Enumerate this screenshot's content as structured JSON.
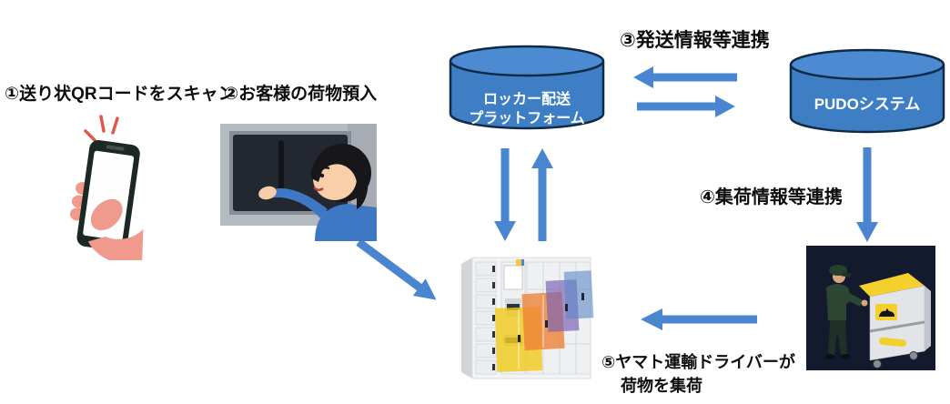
{
  "diagram": {
    "steps": {
      "step1": "①送り状QRコードをスキャン",
      "step2": "②お客様の荷物預入",
      "step3": "③発送情報等連携",
      "step4": "④集荷情報等連携",
      "step5_line1": "⑤ヤマト運輸ドライバーが",
      "step5_line2": "荷物を集荷"
    },
    "nodes": {
      "locker_platform_line1": "ロッカー配送",
      "locker_platform_line2": "プラットフォーム",
      "pudo_system": "PUDOシステム"
    },
    "illustrations": {
      "phone": "hand-scanning-qr-with-smartphone",
      "customer": "customer-depositing-parcel-into-locker",
      "locker": "pudo-parcel-locker-station",
      "driver": "yamato-driver-collecting-parcels-with-cart"
    },
    "colors": {
      "arrow": "#4a86cf",
      "cylinder_fill": "#3d7ec4",
      "cylinder_top": "#4c8bd2",
      "cylinder_stroke": "#0f2a45",
      "label_text": "#0e0e0e",
      "node_text": "#ffffff"
    }
  }
}
